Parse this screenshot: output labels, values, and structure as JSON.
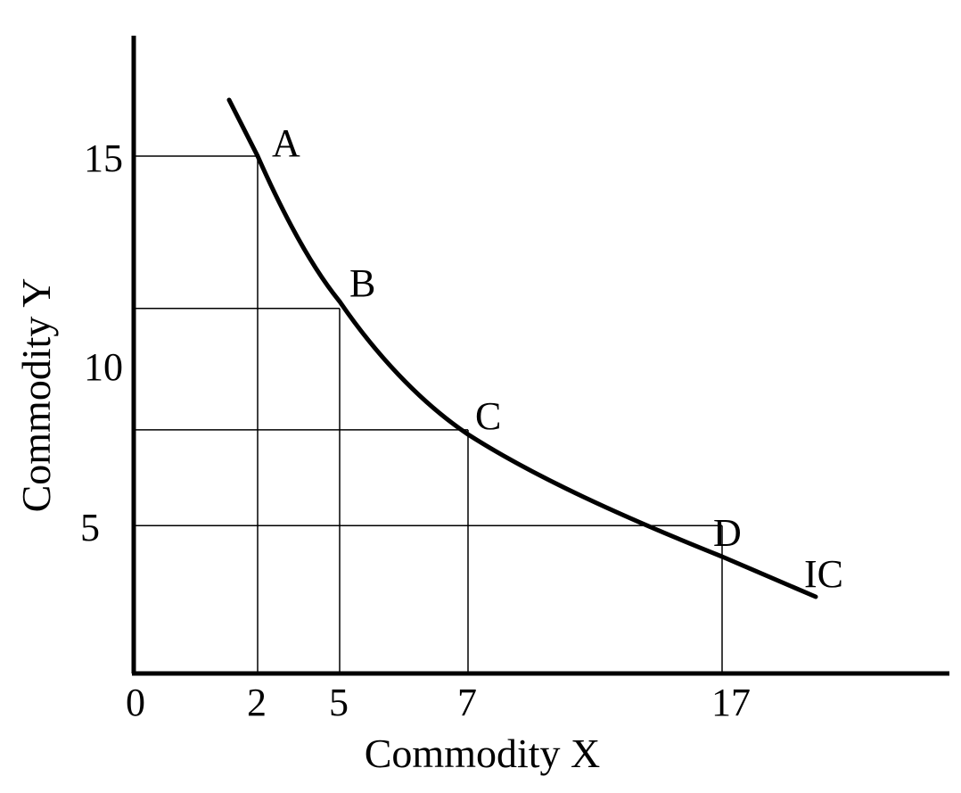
{
  "chart_data": {
    "type": "line",
    "xlabel": "Commodity X",
    "ylabel": "Commodity Y",
    "x_ticks": [
      "0",
      "2",
      "5",
      "7",
      "17"
    ],
    "y_ticks": [
      "5",
      "10",
      "15"
    ],
    "curve_label": "IC",
    "points": [
      {
        "label": "A",
        "x": 2,
        "y": 15
      },
      {
        "label": "B",
        "x": 5,
        "y": 11.5
      },
      {
        "label": "C",
        "x": 7,
        "y": 8.3
      },
      {
        "label": "D",
        "x": 17,
        "y": 5.4
      }
    ],
    "colors": {
      "line": "#000000",
      "grid": "#000000"
    }
  }
}
